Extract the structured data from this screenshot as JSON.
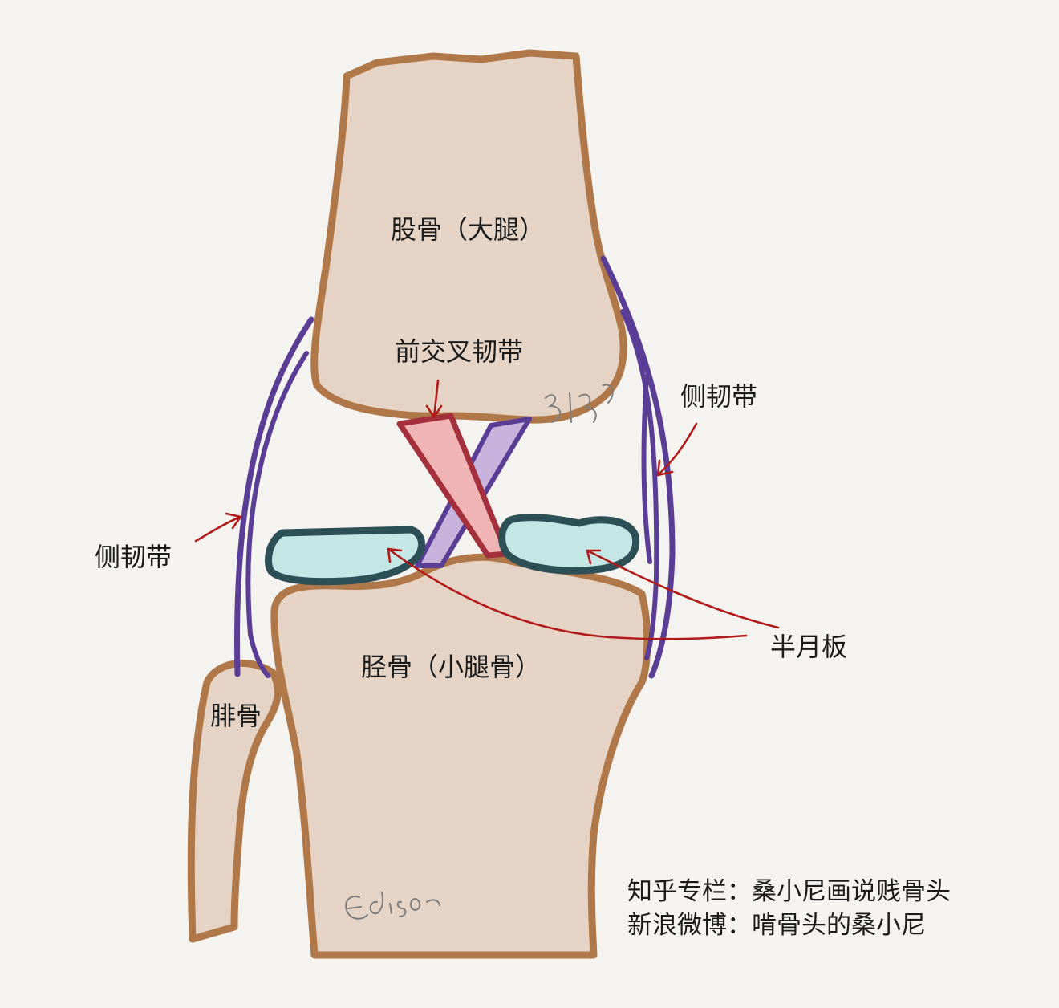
{
  "labels": {
    "femur": "股骨（大腿）",
    "acl": "前交叉韧带",
    "collateral_right": "侧韧带",
    "collateral_left": "侧韧带",
    "meniscus": "半月板",
    "tibia": "胫骨（小腿骨）",
    "fibula": "腓骨"
  },
  "credits": {
    "zhihu": "知乎专栏：桑小尼画说贱骨头",
    "weibo": "新浪微博：啃骨头的桑小尼"
  },
  "colors": {
    "background": "#f4f3f0",
    "bone_fill": "#e5d4c6",
    "bone_outline": "#b07848",
    "ligament": "#5a3e95",
    "acl_fill": "#f0b4b4",
    "acl_outline": "#a3303c",
    "meniscus_fill": "#c4e6e4",
    "meniscus_outline": "#2d4f56",
    "arrow": "#b21a1a"
  }
}
